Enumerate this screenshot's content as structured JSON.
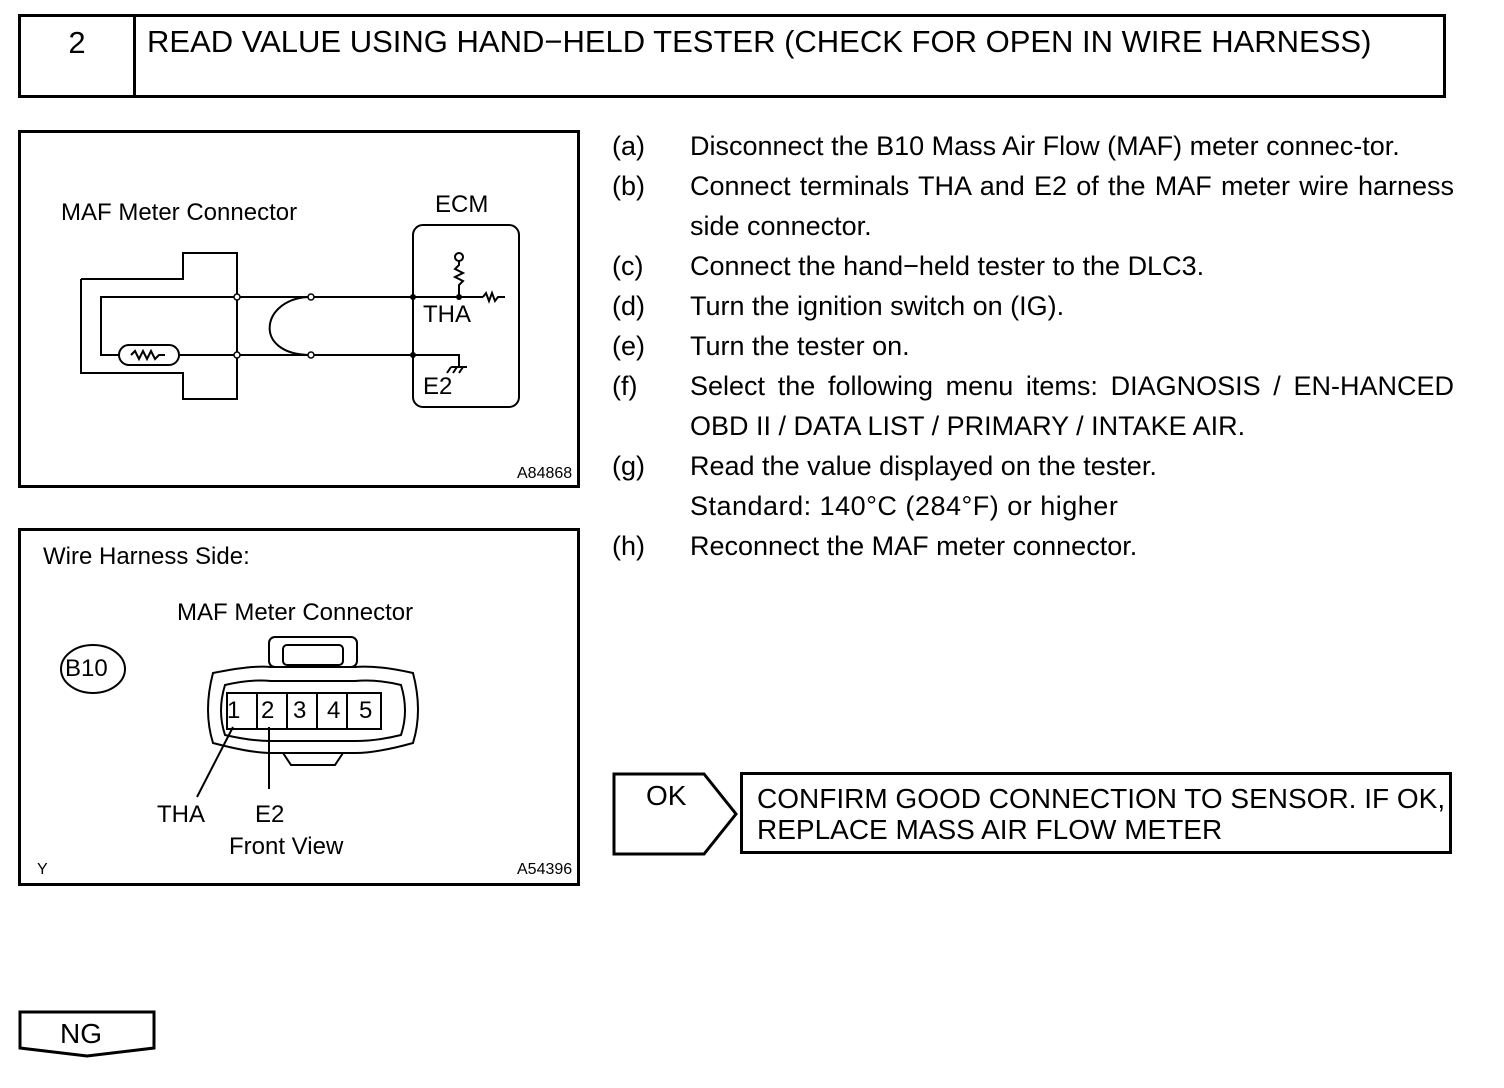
{
  "step": {
    "number": "2",
    "title": "READ VALUE USING HAND−HELD TESTER (CHECK FOR OPEN IN WIRE HARNESS)"
  },
  "figure1": {
    "connector_label": "MAF Meter Connector",
    "ecm_label": "ECM",
    "tha_label": "THA",
    "e2_label": "E2",
    "code": "A84868"
  },
  "figure2": {
    "side_label": "Wire Harness Side:",
    "connector_label": "MAF Meter Connector",
    "connector_id": "B10",
    "pins": [
      "1",
      "2",
      "3",
      "4",
      "5"
    ],
    "pin1_label": "THA",
    "pin2_label": "E2",
    "view_label": "Front View",
    "corner_mark": "Y",
    "code": "A54396"
  },
  "procedure": [
    {
      "label": "(a)",
      "text": "Disconnect the B10 Mass Air Flow (MAF) meter connec-tor."
    },
    {
      "label": "(b)",
      "text": "Connect terminals THA and E2 of the MAF meter wire harness side connector."
    },
    {
      "label": "(c)",
      "text": "Connect the hand−held tester to the DLC3."
    },
    {
      "label": "(d)",
      "text": "Turn the ignition switch on (IG)."
    },
    {
      "label": "(e)",
      "text": "Turn the tester on."
    },
    {
      "label": "(f)",
      "text": "Select the following menu items: DIAGNOSIS / EN-HANCED OBD II / DATA LIST / PRIMARY / INTAKE AIR."
    },
    {
      "label": "(g)",
      "text": "Read the value displayed on the tester."
    },
    {
      "label": "(h)",
      "text": "Reconnect the MAF meter connector."
    }
  ],
  "standard": "Standard: 140°C (284°F) or higher",
  "ok_label": "OK",
  "ok_result": "CONFIRM GOOD CONNECTION TO SENSOR. IF OK, REPLACE MASS AIR FLOW METER",
  "ng_label": "NG"
}
